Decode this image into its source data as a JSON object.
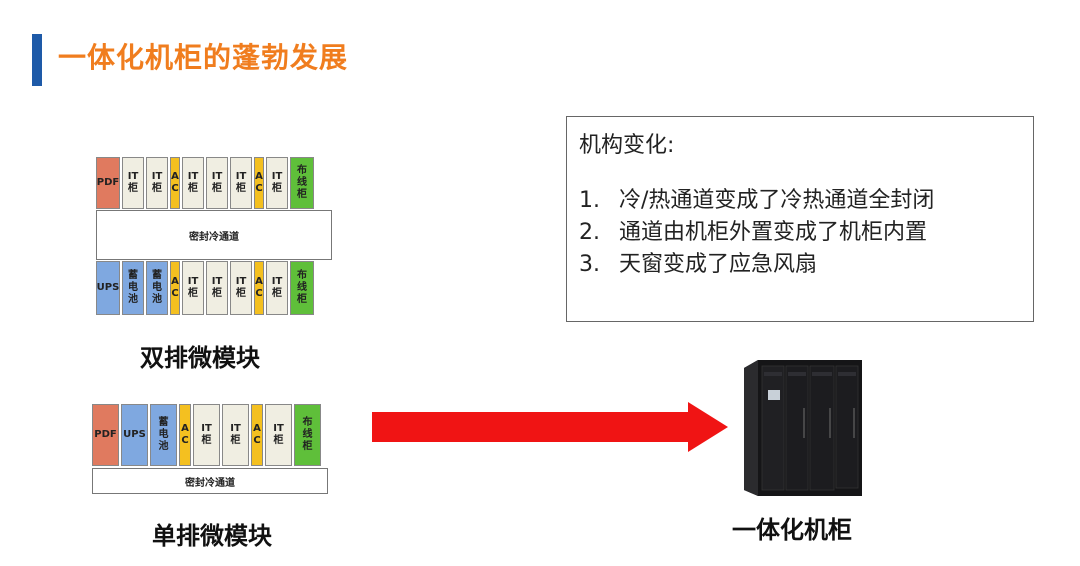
{
  "title": "一体化机柜的蓬勃发展",
  "double_row": {
    "top": [
      {
        "type": "pdf",
        "lines": [
          "PDF"
        ]
      },
      {
        "type": "it",
        "lines": [
          "IT",
          "柜"
        ]
      },
      {
        "type": "it",
        "lines": [
          "IT",
          "柜"
        ]
      },
      {
        "type": "ac",
        "lines": [
          "A",
          "C"
        ]
      },
      {
        "type": "it",
        "lines": [
          "IT",
          "柜"
        ]
      },
      {
        "type": "it",
        "lines": [
          "IT",
          "柜"
        ]
      },
      {
        "type": "it",
        "lines": [
          "IT",
          "柜"
        ]
      },
      {
        "type": "ac",
        "lines": [
          "A",
          "C"
        ]
      },
      {
        "type": "it",
        "lines": [
          "IT",
          "柜"
        ]
      },
      {
        "type": "wire",
        "lines": [
          "布",
          "线",
          "柜"
        ]
      }
    ],
    "aisle_label": "密封冷通道",
    "bottom": [
      {
        "type": "ups",
        "lines": [
          "UPS"
        ]
      },
      {
        "type": "bat",
        "lines": [
          "蓄",
          "电",
          "池"
        ]
      },
      {
        "type": "bat",
        "lines": [
          "蓄",
          "电",
          "池"
        ]
      },
      {
        "type": "ac",
        "lines": [
          "A",
          "C"
        ]
      },
      {
        "type": "it",
        "lines": [
          "IT",
          "柜"
        ]
      },
      {
        "type": "it",
        "lines": [
          "IT",
          "柜"
        ]
      },
      {
        "type": "it",
        "lines": [
          "IT",
          "柜"
        ]
      },
      {
        "type": "ac",
        "lines": [
          "A",
          "C"
        ]
      },
      {
        "type": "it",
        "lines": [
          "IT",
          "柜"
        ]
      },
      {
        "type": "wire",
        "lines": [
          "布",
          "线",
          "柜"
        ]
      }
    ],
    "caption": "双排微模块"
  },
  "single_row": {
    "cabinets": [
      {
        "type": "pdf",
        "lines": [
          "PDF"
        ]
      },
      {
        "type": "ups",
        "lines": [
          "UPS"
        ]
      },
      {
        "type": "bat",
        "lines": [
          "蓄",
          "电",
          "池"
        ]
      },
      {
        "type": "ac",
        "lines": [
          "A",
          "C"
        ]
      },
      {
        "type": "it",
        "lines": [
          "IT",
          "柜"
        ]
      },
      {
        "type": "it",
        "lines": [
          "IT",
          "柜"
        ]
      },
      {
        "type": "ac",
        "lines": [
          "A",
          "C"
        ]
      },
      {
        "type": "it",
        "lines": [
          "IT",
          "柜"
        ]
      },
      {
        "type": "wire",
        "lines": [
          "布",
          "线",
          "柜"
        ]
      }
    ],
    "aisle_label": "密封冷通道",
    "caption": "单排微模块"
  },
  "info_box": {
    "heading": "机构变化:",
    "items": [
      {
        "num": "1.",
        "text": "冷/热通道变成了冷热通道全封闭"
      },
      {
        "num": "2.",
        "text": "通道由机柜外置变成了机柜内置"
      },
      {
        "num": "3.",
        "text": "天窗变成了应急风扇"
      }
    ]
  },
  "result_caption": "一体化机柜",
  "colors": {
    "title": "#f07d1e",
    "accent_bar": "#1e5aa8",
    "arrow": "#f01414",
    "pdf": "#e07a5f",
    "ups": "#7fa8e0",
    "ac": "#f4c020",
    "it": "#f0eee2",
    "wire": "#5fbf3a"
  }
}
